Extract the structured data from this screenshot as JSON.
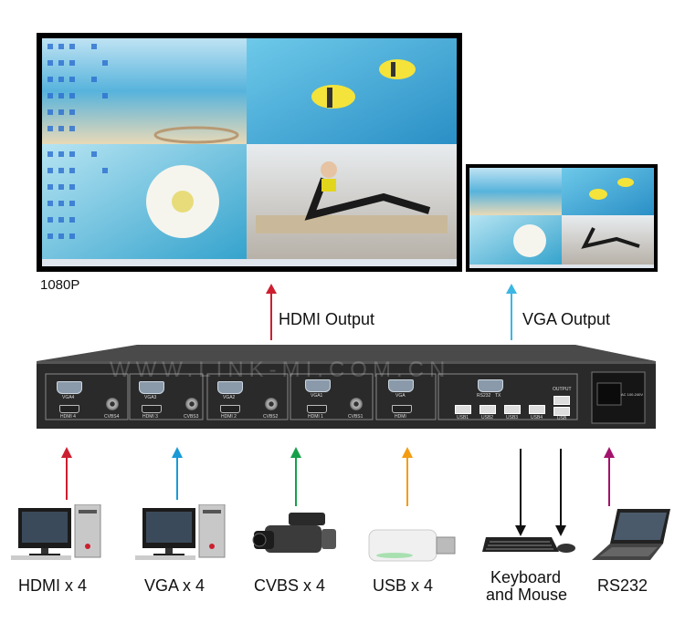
{
  "output_labels": {
    "resolution": "1080P",
    "hdmi_output": "HDMI Output",
    "vga_output": "VGA Output"
  },
  "watermark": "WWW.LINK-MI.COM.CN",
  "device_labels": {
    "vga4": "VGA4",
    "vga3": "VGA3",
    "vga2": "VGA2",
    "vga1": "VGA1",
    "vga_out": "VGA",
    "hdmi4": "HDMI 4",
    "hdmi3": "HDMI 3",
    "hdmi2": "HDMI 2",
    "hdmi1": "HDMI 1",
    "hdmi_out": "HDMI",
    "cvbs4": "CVBS4",
    "cvbs3": "CVBS3",
    "cvbs2": "CVBS2",
    "cvbs1": "CVBS1",
    "rs232": "RS232",
    "tx": "TX",
    "output": "OUTPUT",
    "usb1": "USB1",
    "usb2": "USB2",
    "usb3": "USB3",
    "usb4": "USB4",
    "usb": "USB",
    "ac": "AC 100-240V"
  },
  "inputs": [
    {
      "label": "HDMI x 4",
      "color": "#cc1f2f"
    },
    {
      "label": "VGA x 4",
      "color": "#1a9ad6"
    },
    {
      "label": "CVBS x 4",
      "color": "#16a04a"
    },
    {
      "label": "USB x 4",
      "color": "#f39c12"
    },
    {
      "label": "Keyboard",
      "label2": "and Mouse",
      "color": "#111111"
    },
    {
      "label": "RS232",
      "color": "#a3136b"
    }
  ],
  "colors": {
    "hdmi_arrow": "#cc1f2f",
    "vga_arrow": "#3cb6e3",
    "device_body": "#2a2a2a"
  }
}
